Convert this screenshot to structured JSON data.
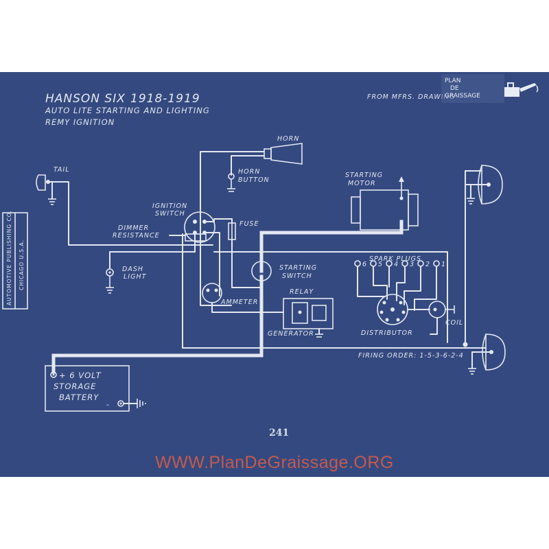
{
  "header": {
    "title": "HANSON SIX",
    "years": "1918-1919",
    "subtitle_1": "AUTO LITE STARTING AND LIGHTING",
    "subtitle_2": "REMY IGNITION",
    "source": "FROM MFRS. DRAWING"
  },
  "labels": {
    "horn": "HORN",
    "horn_button_1": "HORN",
    "horn_button_2": "BUTTON",
    "tail": "TAIL",
    "ignition_switch_1": "IGNITION",
    "ignition_switch_2": "SWITCH",
    "dimmer_1": "DIMMER",
    "dimmer_2": "RESISTANCE",
    "fuse": "FUSE",
    "starting_motor_1": "STARTING",
    "starting_motor_2": "MOTOR",
    "dash_light_1": "DASH",
    "dash_light_2": "LIGHT",
    "starting_switch_1": "STARTING",
    "starting_switch_2": "SWITCH",
    "ammeter": "AMMETER",
    "relay": "RELAY",
    "generator": "GENERATOR",
    "spark_plugs": "SPARK PLUGS",
    "plug_numbers": [
      "6",
      "5",
      "4",
      "3",
      "2",
      "1"
    ],
    "distributor": "DISTRIBUTOR",
    "coil": "COIL",
    "firing_order": "FIRING ORDER: 1-5-3-6-2-4",
    "battery_plus": "+ 6 VOLT",
    "battery_2": "STORAGE",
    "battery_3": "BATTERY",
    "battery_minus": "-"
  },
  "page_number": "241",
  "publisher_side_1": "AUTOMOTIVE PUBLISHING CO.",
  "publisher_side_2": "CHICAGO U.S.A.",
  "logo": {
    "line_1": "PLAN",
    "line_2": "DE",
    "line_3": "GRAISSAGE"
  },
  "watermark": "WWW.PlanDeGraissage.ORG",
  "colors": {
    "blueprint": "#34497f",
    "ink": "#e4e8f2",
    "watermark": "#c45a4e"
  }
}
